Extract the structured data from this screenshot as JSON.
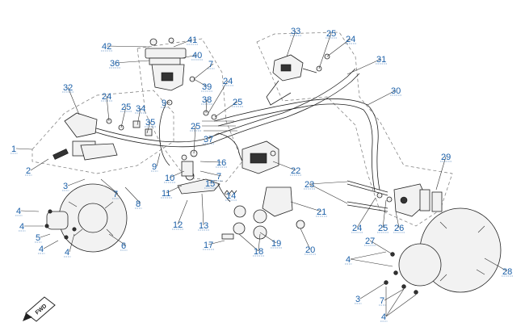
{
  "diagram": {
    "labels": [
      {
        "text": "1"
      },
      {
        "text": "2"
      },
      {
        "text": "3"
      },
      {
        "text": "4"
      },
      {
        "text": "4"
      },
      {
        "text": "5"
      },
      {
        "text": "4"
      },
      {
        "text": "4"
      },
      {
        "text": "6"
      },
      {
        "text": "7"
      },
      {
        "text": "8"
      },
      {
        "text": "9"
      },
      {
        "text": "9"
      },
      {
        "text": "10"
      },
      {
        "text": "11"
      },
      {
        "text": "12"
      },
      {
        "text": "13"
      },
      {
        "text": "14"
      },
      {
        "text": "15"
      },
      {
        "text": "16"
      },
      {
        "text": "7"
      },
      {
        "text": "17"
      },
      {
        "text": "18"
      },
      {
        "text": "19"
      },
      {
        "text": "20"
      },
      {
        "text": "21"
      },
      {
        "text": "22"
      },
      {
        "text": "23"
      },
      {
        "text": "24"
      },
      {
        "text": "24"
      },
      {
        "text": "24"
      },
      {
        "text": "24"
      },
      {
        "text": "25"
      },
      {
        "text": "25"
      },
      {
        "text": "25"
      },
      {
        "text": "25"
      },
      {
        "text": "25"
      },
      {
        "text": "26"
      },
      {
        "text": "27"
      },
      {
        "text": "28"
      },
      {
        "text": "29"
      },
      {
        "text": "30"
      },
      {
        "text": "31"
      },
      {
        "text": "32"
      },
      {
        "text": "33"
      },
      {
        "text": "34"
      },
      {
        "text": "35"
      },
      {
        "text": "36"
      },
      {
        "text": "37"
      },
      {
        "text": "38"
      },
      {
        "text": "39"
      },
      {
        "text": "40"
      },
      {
        "text": "41"
      },
      {
        "text": "42"
      },
      {
        "text": "7"
      },
      {
        "text": "4"
      },
      {
        "text": "3"
      },
      {
        "text": "7"
      },
      {
        "text": "4"
      }
    ],
    "fwd": "FWD"
  }
}
